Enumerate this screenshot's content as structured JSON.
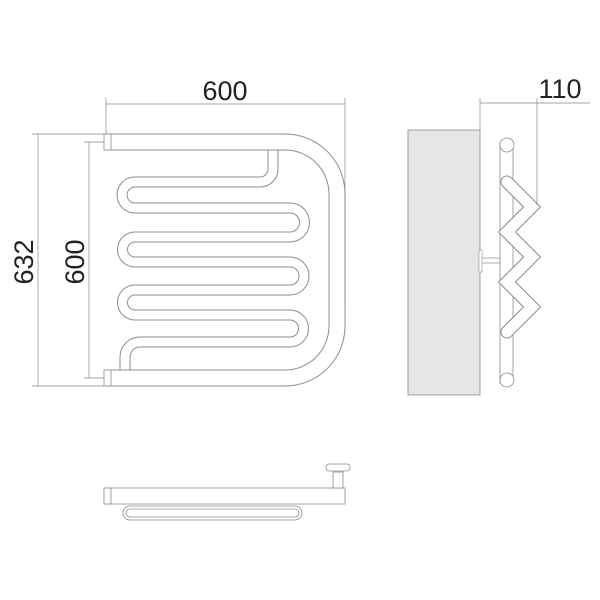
{
  "dimensions": {
    "front_width": "600",
    "total_height": "632",
    "axis_height": "600",
    "depth": "110"
  },
  "colors": {
    "line": "#8c8c8c",
    "wall": "#e6e6e6",
    "text": "#222222"
  }
}
